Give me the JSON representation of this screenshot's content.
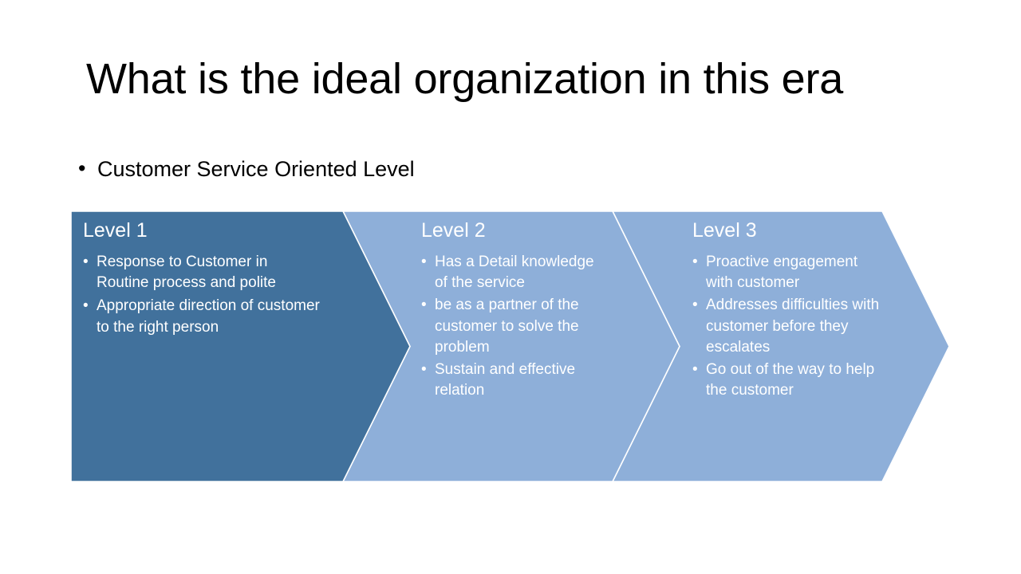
{
  "slide": {
    "title": "What is the ideal organization in this era",
    "body_bullets": [
      {
        "mark": "•",
        "text": "Customer Service Oriented Level"
      }
    ],
    "colors": {
      "background": "#ffffff",
      "text": "#000000",
      "chevron_dark": "#41719C",
      "chevron_light": "#8EAFD9",
      "chevron_outline": "#ffffff",
      "chevron_text": "#ffffff"
    },
    "process": {
      "type": "chevron-process",
      "steps": [
        {
          "heading": "Level 1",
          "fill": "#41719C",
          "bullet_mark": "•",
          "bullets": [
            "Response to Customer in Routine process and polite",
            "Appropriate direction of customer to the right person"
          ]
        },
        {
          "heading": "Level 2",
          "fill": "#8EAFD9",
          "bullet_mark": "•",
          "bullets": [
            "Has a Detail knowledge of the service",
            "be as a partner of the customer to solve the problem",
            "Sustain and effective relation"
          ]
        },
        {
          "heading": "Level 3",
          "fill": "#8EAFD9",
          "bullet_mark": "•",
          "bullets": [
            "Proactive engagement with customer",
            "Addresses difficulties with customer before they escalates",
            "Go out of the way to help the customer"
          ]
        }
      ]
    }
  }
}
